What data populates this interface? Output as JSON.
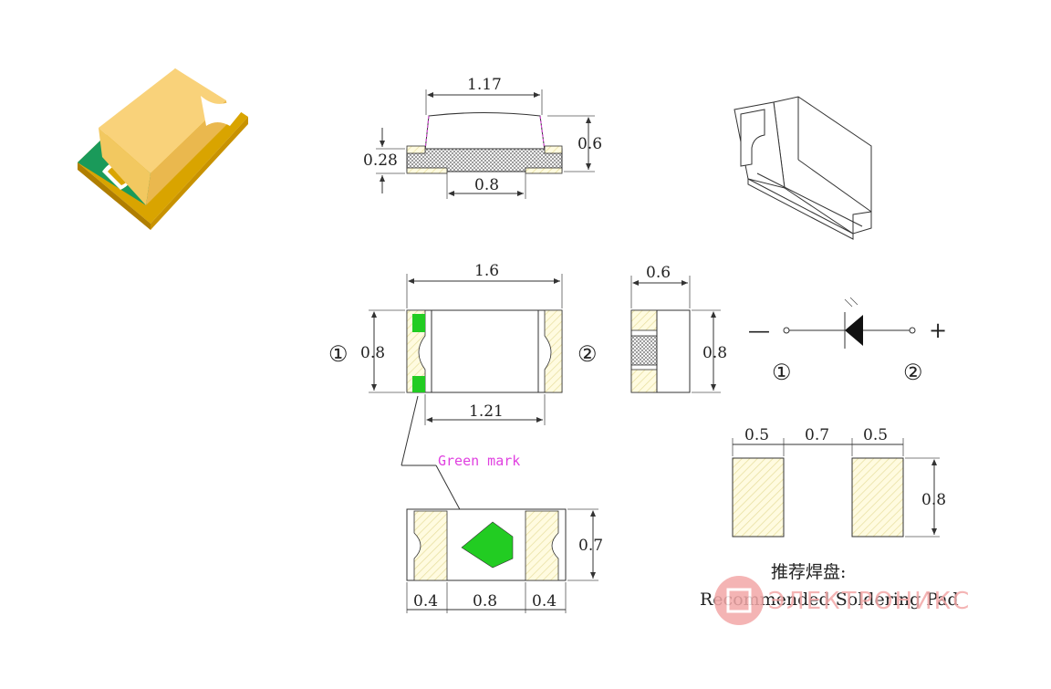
{
  "colors": {
    "pad": "#fffbe0",
    "pad_hatch": "#e8e0a0",
    "green_mark": "#22cc22",
    "chip_body": "#f9d27a",
    "chip_gold": "#f2b700",
    "chip_green": "#1a9a5a",
    "watermark": "#f3a8a8"
  },
  "side_view": {
    "top_width": "1.17",
    "total_height": "0.6",
    "base_height": "0.28",
    "bottom_pad_gap": "0.8"
  },
  "top_view": {
    "length": "1.6",
    "width": "0.8",
    "inner_length": "1.21",
    "pin1": "①",
    "pin2": "②"
  },
  "end_view": {
    "thickness": "0.6",
    "height": "0.8"
  },
  "bottom_view": {
    "green_mark_label": "Green mark",
    "height": "0.7",
    "pad_left": "0.4",
    "center": "0.8",
    "pad_right": "0.4"
  },
  "schematic": {
    "minus": "—",
    "plus": "+",
    "pin1": "①",
    "pin2": "②"
  },
  "solder_pad": {
    "pad_w_left": "0.5",
    "gap": "0.7",
    "pad_w_right": "0.5",
    "height": "0.8",
    "caption_cn": "推荐焊盘:",
    "caption_en": "Recommended Soldering Pad"
  },
  "watermark": {
    "text": "ЭЛЕКТРОНИКС"
  }
}
